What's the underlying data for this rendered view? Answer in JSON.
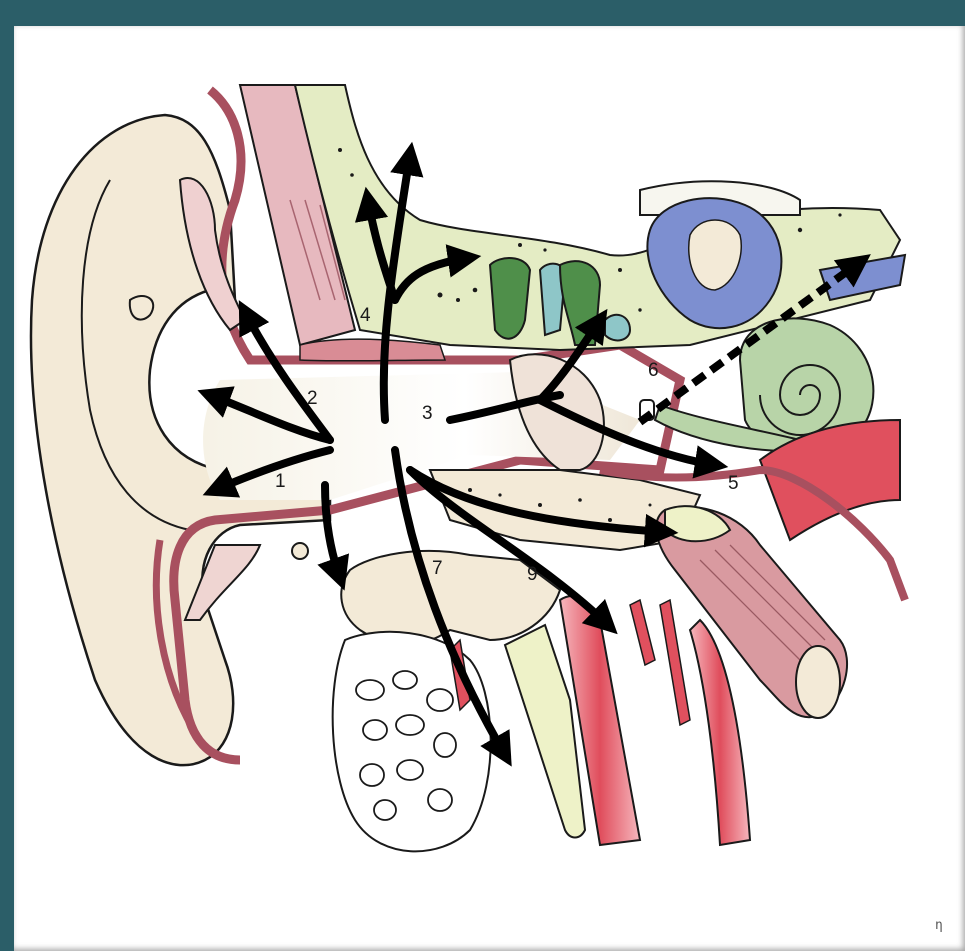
{
  "labels": {
    "n1": "1",
    "n2": "2",
    "n3": "3",
    "n4": "4",
    "n5": "5",
    "n6": "6",
    "n7": "7",
    "n9": "9"
  },
  "corner_mark": "ƞ",
  "colors": {
    "frame": "#2b5e68",
    "skin": "#f3ead7",
    "mucosa": "#a8505f",
    "bone_green": "#e4ecc4",
    "ossicle_green": "#4f8f4a",
    "labyrinth_blue": "#7d8fd0",
    "cochlea": "#b8d4a8",
    "artery": "#e0505e",
    "arrow": "#000000"
  }
}
